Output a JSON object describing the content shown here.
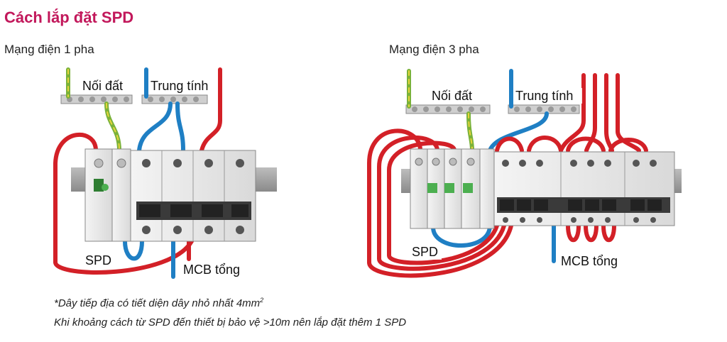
{
  "title": "Cách lắp đặt SPD",
  "single_phase": {
    "title": "Mạng điện 1 pha",
    "label_ground": "Nối đất",
    "label_neutral": "Trung tính",
    "label_spd": "SPD",
    "label_mcb": "MCB tổng"
  },
  "three_phase": {
    "title": "Mạng điện 3 pha",
    "label_ground": "Nối đất",
    "label_neutral": "Trung tính",
    "label_spd": "SPD",
    "label_mcb": "MCB tổng"
  },
  "notes": {
    "line1_text": "*Dây tiếp địa có tiết diện dây nhỏ nhất 4mm",
    "line1_sup": "2",
    "line2": "Khi khoảng cách từ SPD đến thiết bị bảo vệ >10m nên lắp đặt thêm 1 SPD"
  },
  "colors": {
    "title": "#c2185b",
    "wire_phase": "#d32027",
    "wire_neutral": "#1f7fc4",
    "wire_ground_green": "#7ab23a",
    "wire_ground_yellow": "#e8d43a"
  }
}
